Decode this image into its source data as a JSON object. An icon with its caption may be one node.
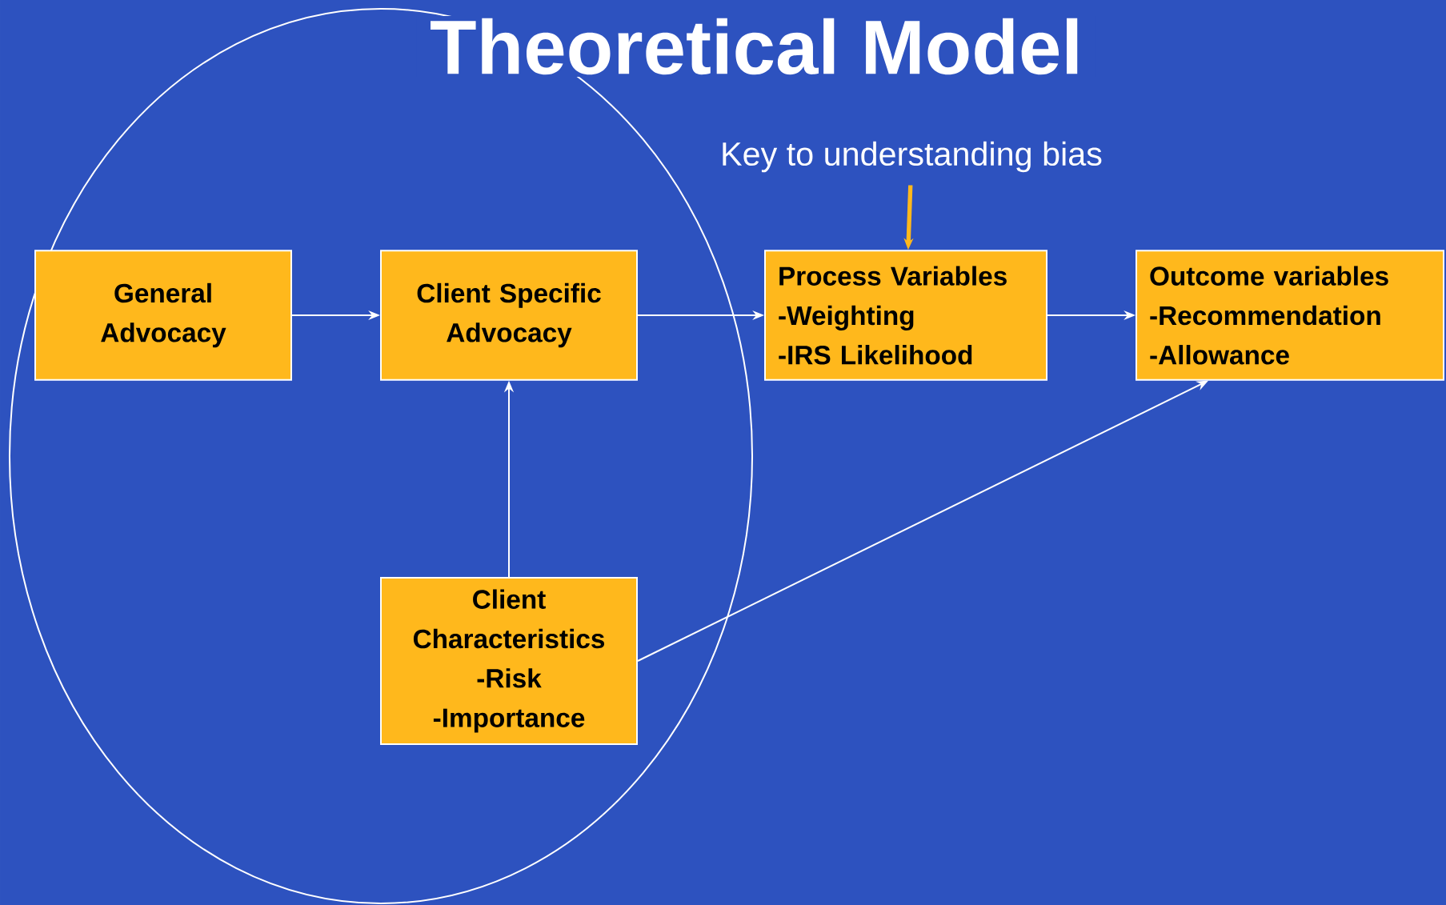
{
  "diagram": {
    "title": "Theoretical Model",
    "nodes": [
      {
        "text": [
          "General Advocacy"
        ]
      },
      {
        "text": [
          "Client Specific Advocacy"
        ]
      },
      {
        "text": [
          "Process Variables",
          "-Weighting",
          "-IRS Likelihood"
        ]
      },
      {
        "text": [
          "Outcome variables",
          "-Recommendation",
          "-Allowance"
        ]
      },
      {
        "text": [
          "Client Characteristics",
          "-Risk",
          "-Importance"
        ]
      },
      {
        "text": [
          "Key to understanding bias"
        ]
      }
    ],
    "edges": [
      {
        "from": 0,
        "to": 1,
        "arrow": "to"
      },
      {
        "from": 1,
        "to": 2,
        "arrow": "to"
      },
      {
        "from": 2,
        "to": 3,
        "arrow": "to"
      },
      {
        "from": 4,
        "to": 1,
        "arrow": "to"
      },
      {
        "from": 4,
        "to": 3,
        "arrow": "to"
      },
      {
        "from": 5,
        "to": 2,
        "arrow": "to",
        "style": "thick",
        "color": "#ffb81c"
      }
    ]
  }
}
